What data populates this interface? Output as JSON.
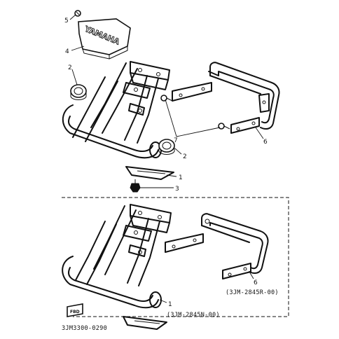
{
  "callouts": [
    "5",
    "4",
    "2",
    "7",
    "2",
    "6",
    "1",
    "3",
    "1",
    "6"
  ],
  "part_codes": {
    "guard_assy": "(3JM-2845N-00)",
    "bracket_assy": "(3JM-2845R-00)",
    "diagram_id": "3JM3300-0290"
  },
  "logos": {
    "brand": "YAMAHA",
    "badge": "FBD"
  }
}
